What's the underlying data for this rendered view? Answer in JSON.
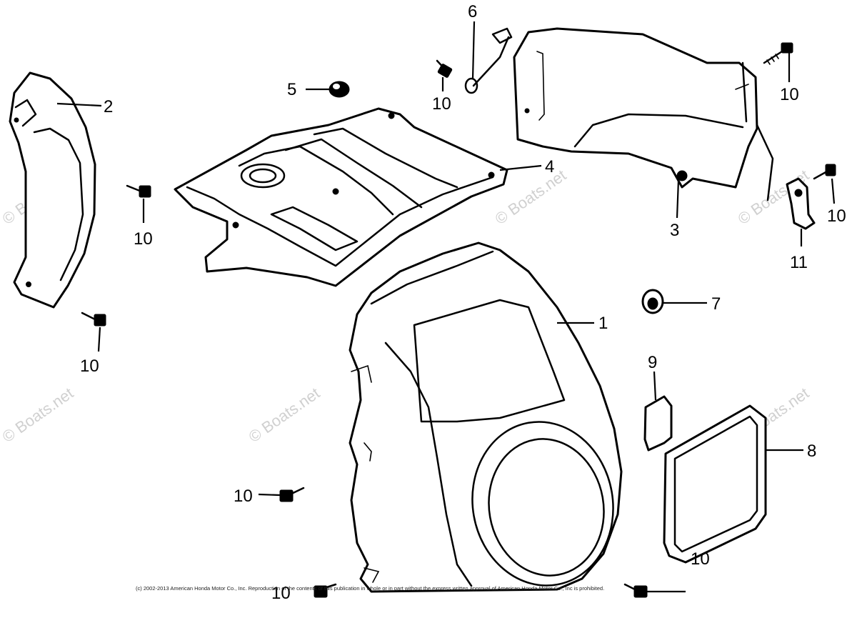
{
  "watermark": "© Boats.net",
  "copyright": "(c) 2002-2013 American Honda Motor Co., Inc. Reproduction of the contents of this publication in whole or in part without the express written approval of American Honda Motor Co., Inc is prohibited.",
  "callouts": {
    "c1": "1",
    "c2": "2",
    "c3": "3",
    "c4": "4",
    "c5": "5",
    "c6": "6",
    "c7": "7",
    "c8": "8",
    "c9": "9",
    "c10a": "10",
    "c10b": "10",
    "c10c": "10",
    "c10d": "10",
    "c10e": "10",
    "c10f": "10",
    "c10g": "10",
    "c10h": "10",
    "c11": "11"
  }
}
